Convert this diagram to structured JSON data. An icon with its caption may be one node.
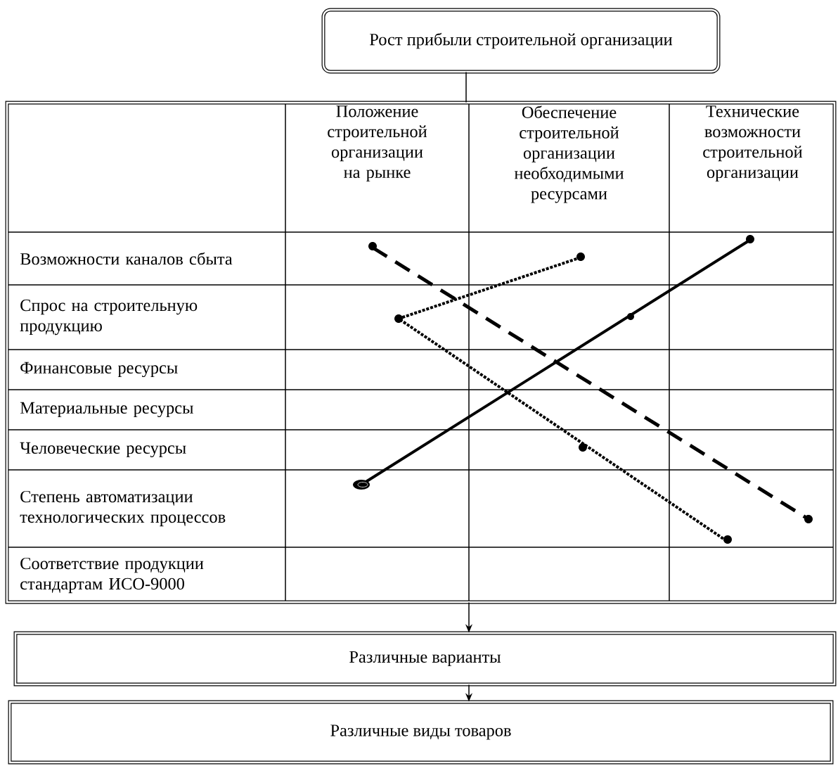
{
  "diagram": {
    "nodes": [
      {
        "text": [
          "Рост прибыли строительной организации"
        ]
      },
      {
        "text": [],
        "shape": "box"
      },
      {
        "text": [
          "Различные варианты"
        ]
      },
      {
        "text": [
          "Различные виды товаров"
        ]
      }
    ],
    "edges": [
      {
        "from": 0,
        "to": 1,
        "arrow": "none"
      },
      {
        "from": 1,
        "to": 2,
        "arrow": "to"
      },
      {
        "from": 2,
        "to": 3,
        "arrow": "to"
      }
    ],
    "labels": [
      "Положение строительной организации на рынке",
      "Обеспечение строительной организации необходимыми ресурсами",
      "Технические возможности строительной организации",
      "Возможности каналов сбыта",
      "Спрос на строительную продукцию",
      "Финансовые ресурсы",
      "Материальные ресурсы",
      "Человеческие ресурсы",
      "Степень автоматизации технологических процессов",
      "Соответствие продукции стандартам ИСО-9000"
    ]
  }
}
